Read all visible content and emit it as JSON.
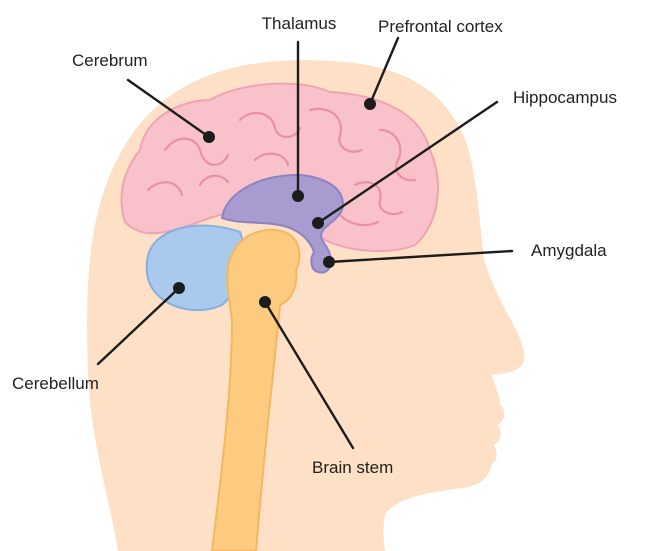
{
  "colors": {
    "head": "#fde0c5",
    "cerebrum": "#f9c1c9",
    "cerebrum_outline": "#f0a3b3",
    "thalamus": "#a79bd0",
    "thalamus_outline": "#8f82c2",
    "cerebellum": "#a9caed",
    "cerebellum_outline": "#86afe0",
    "brain_stem": "#fccb80",
    "brain_stem_outline": "#f4b761",
    "leader": "#1c1c1c",
    "text": "#222222"
  },
  "labels": {
    "thalamus": "Thalamus",
    "prefrontal_cortex": "Prefrontal cortex",
    "cerebrum": "Cerebrum",
    "hippocampus": "Hippocampus",
    "amygdala": "Amygdala",
    "cerebellum": "Cerebellum",
    "brain_stem": "Brain stem"
  }
}
